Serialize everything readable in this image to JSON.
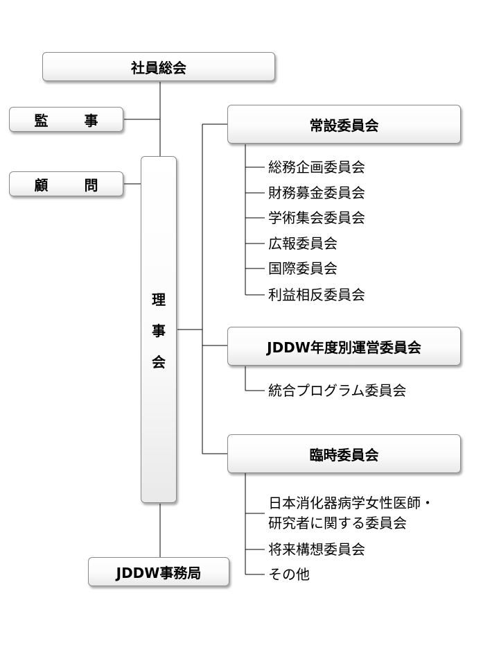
{
  "nodes": {
    "shainsokai": "社員総会",
    "kansa": "監　事",
    "komon": "顧　問",
    "rijikai": [
      "理",
      "事",
      "会"
    ],
    "jimukyoku": "JDDW事務局",
    "josetsu": "常設委員会",
    "nendobetsu": "JDDW年度別運営委員会",
    "rinji": "臨時委員会"
  },
  "josetsu_items": [
    "総務企画委員会",
    "財務募金委員会",
    "学術集会委員会",
    "広報委員会",
    "国際委員会",
    "利益相反委員会"
  ],
  "nendobetsu_items": [
    "統合プログラム委員会"
  ],
  "rinji_items": {
    "joshi_line1": "日本消化器病学女性医師・",
    "joshi_line2": "研究者に関する委員会",
    "shorai": "将来構想委員会",
    "sonota": "その他"
  }
}
